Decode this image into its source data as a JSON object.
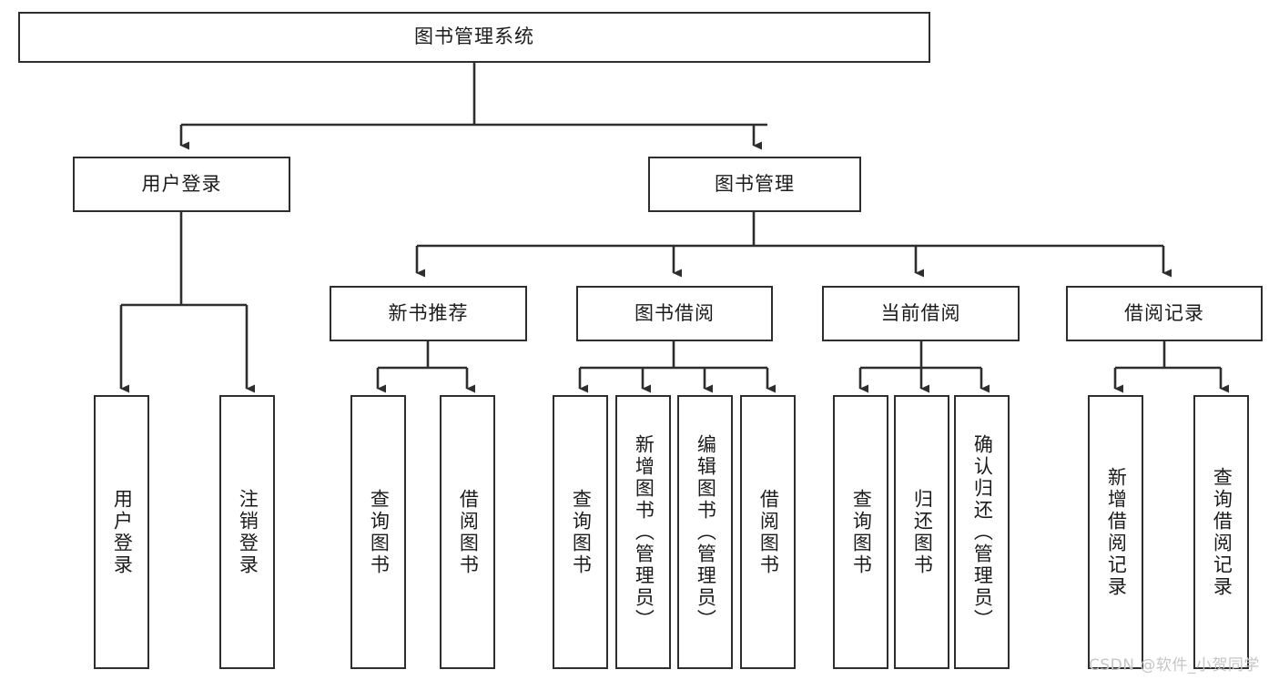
{
  "diagram": {
    "title": "图书管理系统",
    "type": "tree-diagram",
    "stroke_color": "#2e2e2e",
    "fill_color": "#ffffff",
    "text_color": "#1b1b1b",
    "nodes": {
      "root": "图书管理系统",
      "level2": [
        "用户登录",
        "图书管理"
      ],
      "level3": [
        "新书推荐",
        "图书借阅",
        "当前借阅",
        "借阅记录"
      ],
      "leaves": {
        "user_login": [
          "用户登录",
          "注销登录"
        ],
        "new_book_recommend": [
          "查询图书",
          "借阅图书"
        ],
        "book_borrow": [
          "查询图书",
          "新增图书（管理员）",
          "编辑图书（管理员）",
          "借阅图书"
        ],
        "current_borrow": [
          "查询图书",
          "归还图书",
          "确认归还（管理员）"
        ],
        "borrow_record": [
          "新增借阅记录",
          "查询借阅记录"
        ]
      }
    }
  },
  "watermark": {
    "text": "CSDN @软件_小贺同学",
    "color": "#c6c6c6"
  }
}
